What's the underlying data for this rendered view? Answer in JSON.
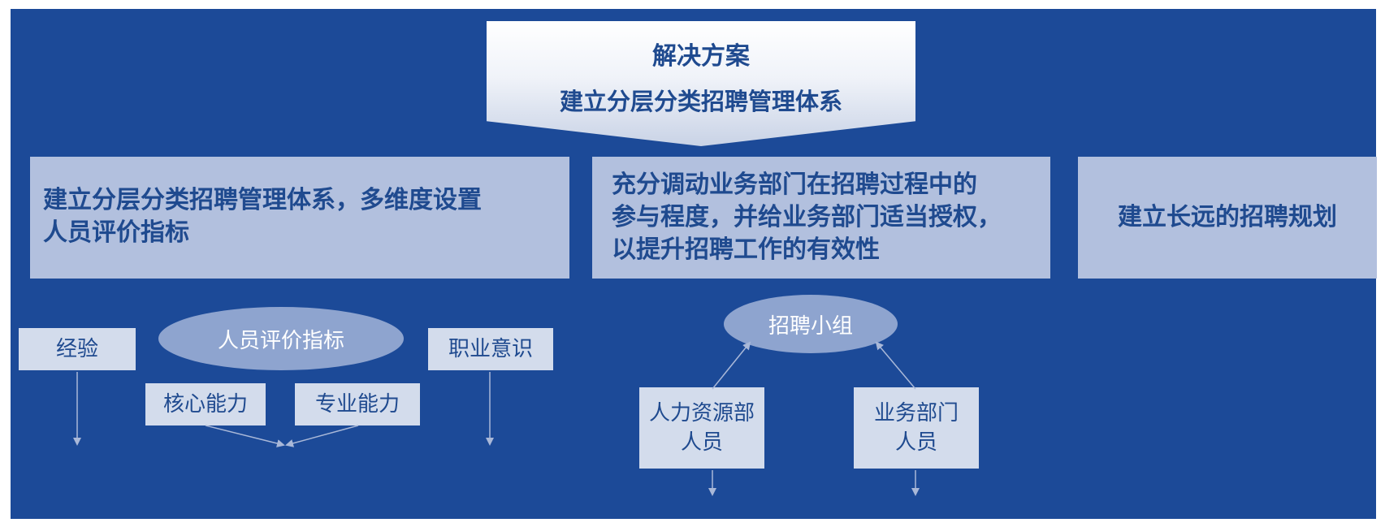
{
  "solution": {
    "title": "解决方案",
    "subtitle": "建立分层分类招聘管理体系"
  },
  "panels": {
    "left": {
      "line1": "建立分层分类招聘管理体系，多维度设置",
      "line2": "人员评价指标"
    },
    "middle": {
      "line1": "充分调动业务部门在招聘过程中的",
      "line2": "参与程度，并给业务部门适当授权，",
      "line3": "以提升招聘工作的有效性"
    },
    "right": {
      "text": "建立长远的招聘规划"
    }
  },
  "evaluation": {
    "center": "人员评价指标",
    "experience": "经验",
    "awareness": "职业意识",
    "core": "核心能力",
    "professional": "专业能力"
  },
  "recruitment": {
    "center": "招聘小组",
    "hr_line1": "人力资源部",
    "hr_line2": "人员",
    "biz_line1": "业务部门",
    "biz_line2": "人员"
  },
  "colors": {
    "background": "#1c4a98",
    "panel": "#b2c0de",
    "box": "#d3dcec",
    "ellipse": "#8ea4cf",
    "text": "#1f4a8f",
    "arrow": "#a9b8d8"
  }
}
